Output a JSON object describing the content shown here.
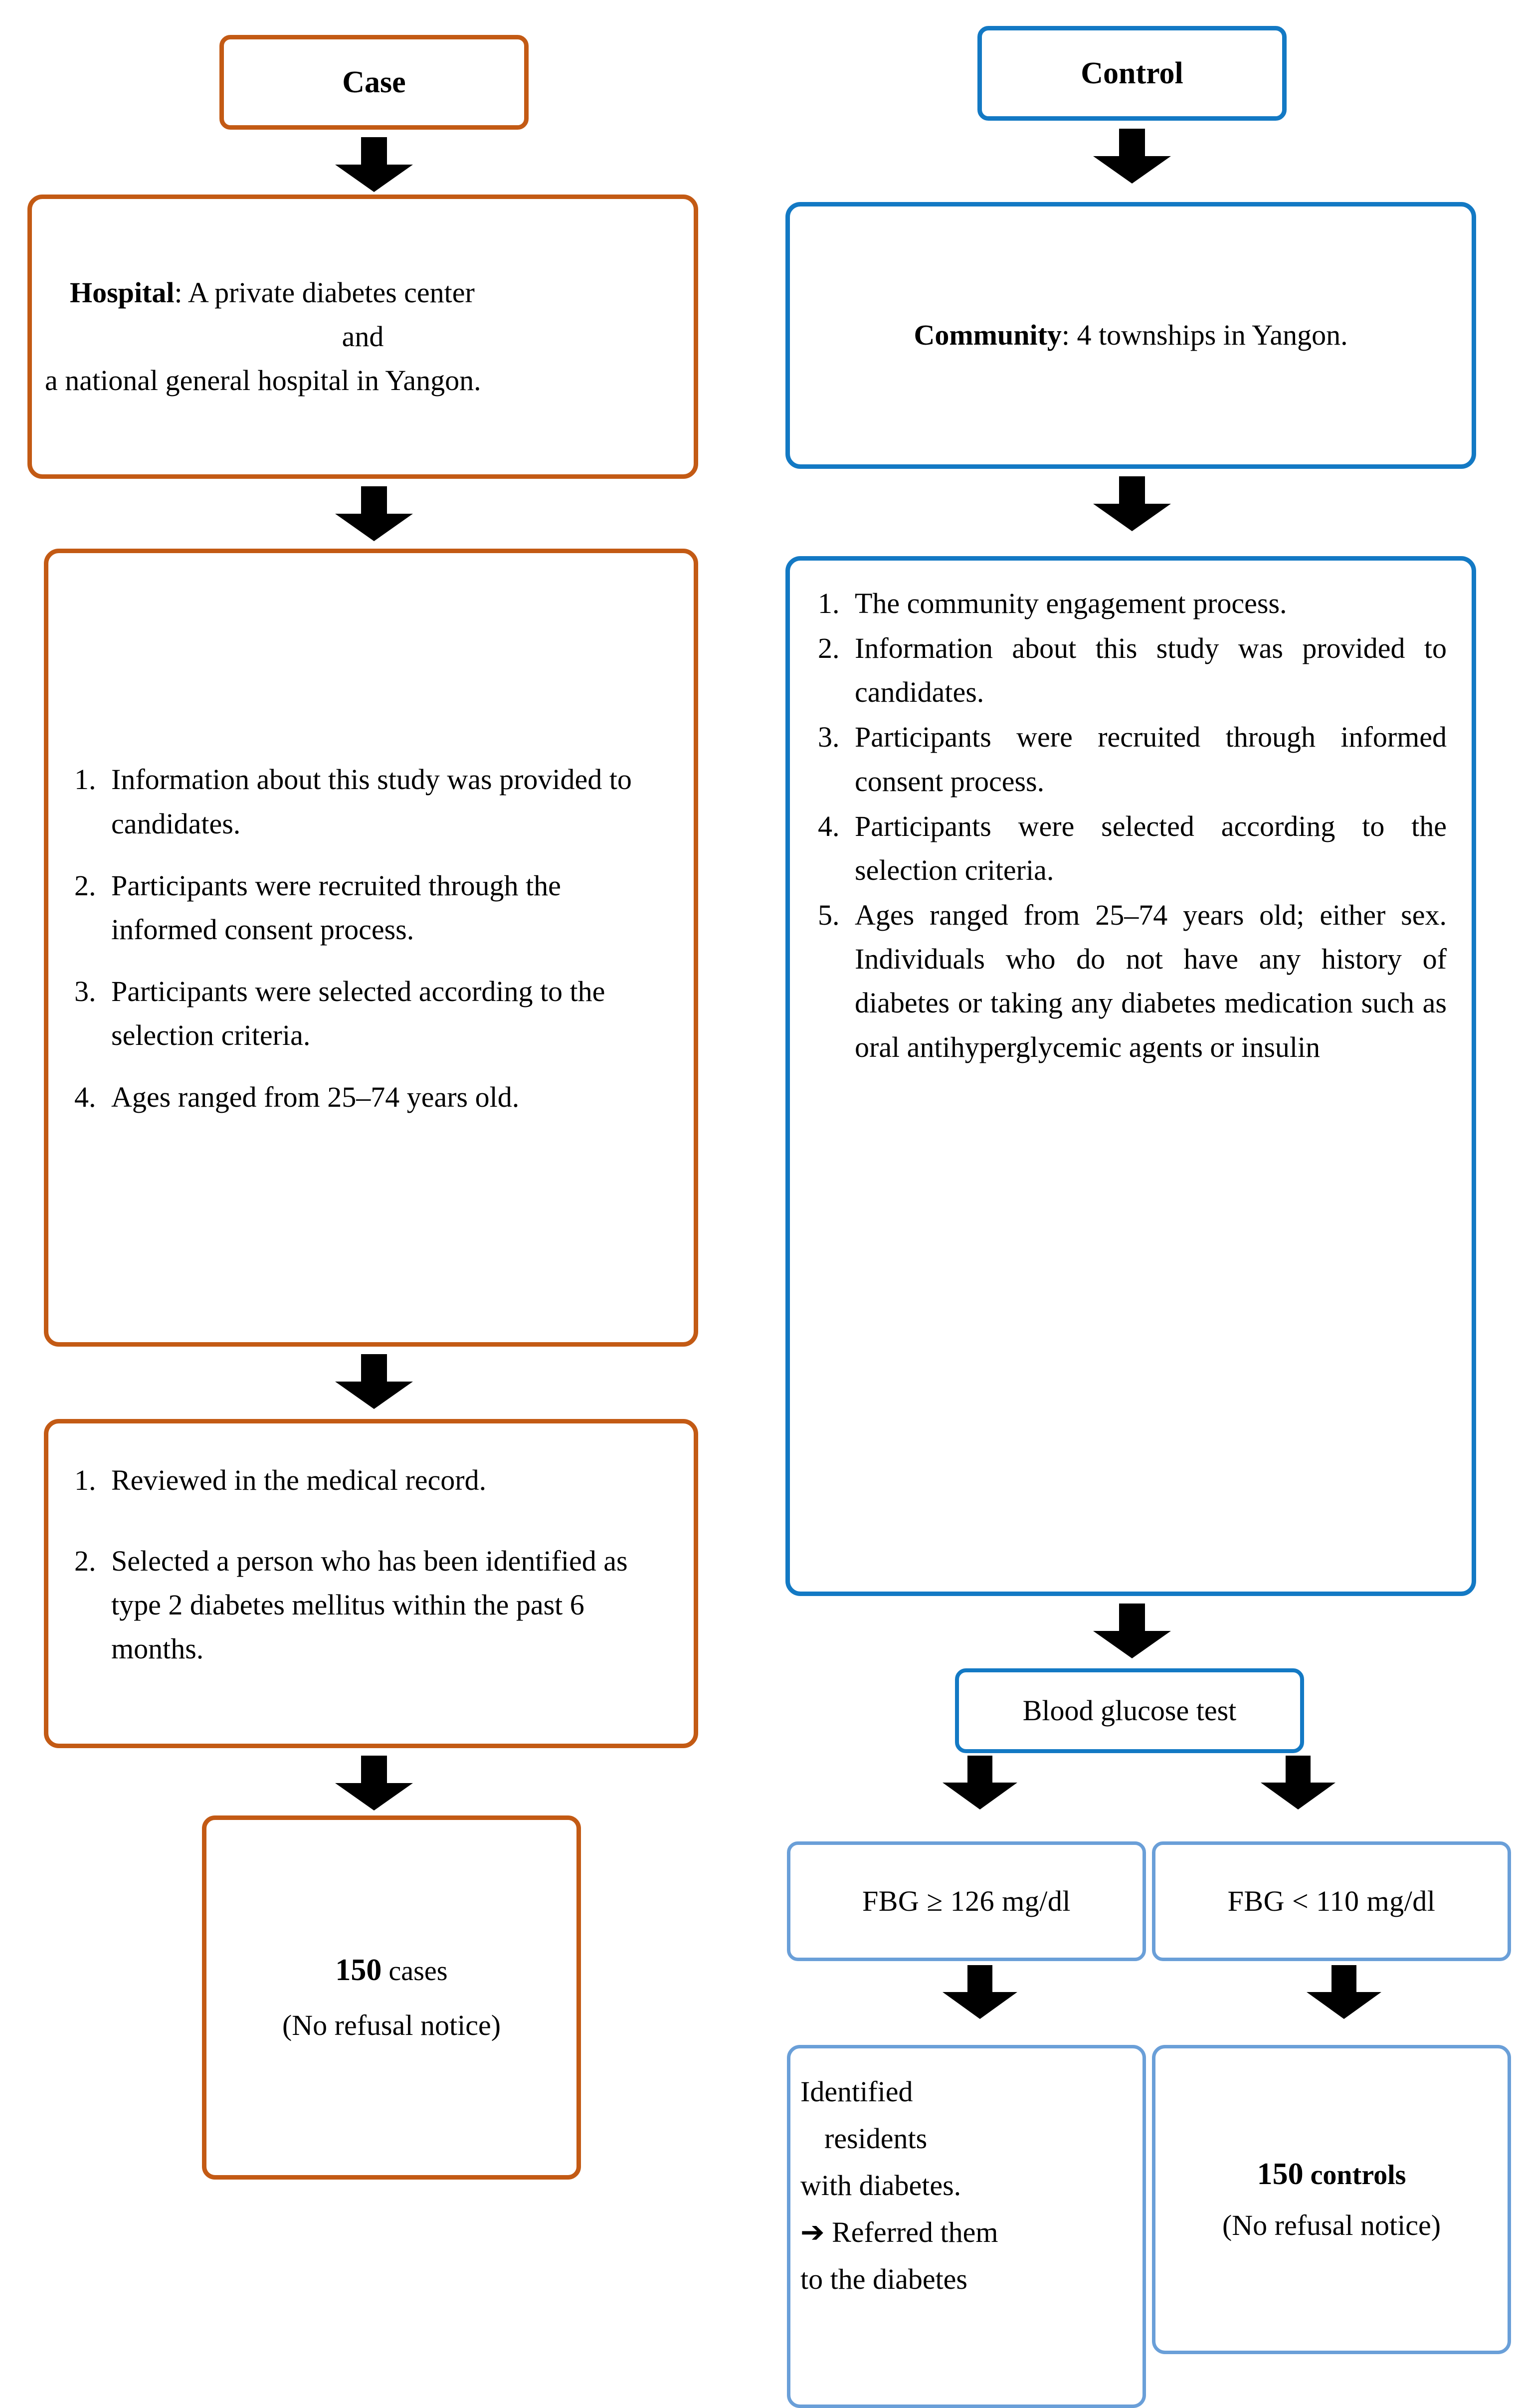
{
  "colors": {
    "case_orange": "#C35A14",
    "control_blue": "#1379C4",
    "light_blue": "#6A9FD8",
    "arrow_black": "#000000",
    "background": "#FFFFFF"
  },
  "case_column": {
    "header": {
      "label": "Case"
    },
    "setting": {
      "label_bold": "Hospital",
      "line1_rest": ": A private diabetes center",
      "line2": "and",
      "line3": "a national general hospital in Yangon."
    },
    "recruitment": {
      "items": [
        {
          "num": "1.",
          "text": "Information about this study was provided to candidates."
        },
        {
          "num": "2.",
          "text": "Participants were recruited through the informed consent process."
        },
        {
          "num": "3.",
          "text": "Participants were selected according to the selection criteria."
        },
        {
          "num": "4.",
          "text": "Ages ranged from 25–74 years old."
        }
      ]
    },
    "record_review": {
      "items": [
        {
          "num": "1.",
          "text": "Reviewed in the medical record."
        },
        {
          "num": "2.",
          "text": "Selected a person who has been identified as type 2 diabetes mellitus within the past 6 months."
        }
      ]
    },
    "result": {
      "count": "150",
      "unit": " cases",
      "note": "(No refusal notice)"
    }
  },
  "control_column": {
    "header": {
      "label": "Control"
    },
    "setting": {
      "label_bold": "Community",
      "rest": ": 4 townships in Yangon."
    },
    "recruitment": {
      "items": [
        {
          "num": "1.",
          "text": "The community engagement process."
        },
        {
          "num": "2.",
          "text": "Information about this study was provided to candidates."
        },
        {
          "num": "3.",
          "text": "Participants were recruited through informed consent process."
        },
        {
          "num": "4.",
          "text": "Participants were selected according to the selection criteria."
        },
        {
          "num": "5.",
          "text": "Ages ranged from 25–74 years old; either sex. Individuals who do not have any history of diabetes or taking any diabetes medication such as oral antihyperglycemic agents or insulin"
        }
      ]
    },
    "test": {
      "label": "Blood glucose test"
    },
    "branch_high": {
      "label": "FBG ≥ 126  mg/dl"
    },
    "branch_low": {
      "label": "FBG < 110  mg/dl"
    },
    "outcome_high": {
      "line1": "Identified",
      "line2": "residents",
      "line3": "with diabetes.",
      "line4": "➔ Referred them",
      "line5": "to the diabetes"
    },
    "outcome_low": {
      "count": "150",
      "unit": " controls",
      "note": "(No refusal notice)"
    }
  },
  "arrows": {
    "case_header_to_setting": "down-arrow",
    "case_setting_to_recruitment": "down-arrow",
    "case_recruitment_to_record": "down-arrow",
    "case_record_to_result": "down-arrow",
    "control_header_to_setting": "down-arrow",
    "control_setting_to_recruitment": "down-arrow",
    "control_recruitment_to_test": "down-arrow",
    "control_test_to_high": "down-arrow",
    "control_test_to_low": "down-arrow",
    "control_high_to_outcome": "down-arrow",
    "control_low_to_outcome": "down-arrow"
  }
}
